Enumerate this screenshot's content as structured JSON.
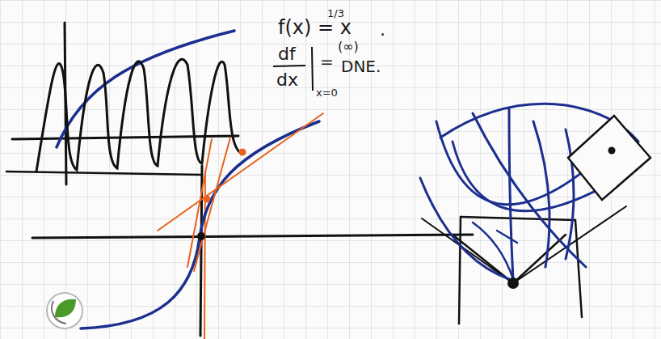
{
  "diagram": {
    "labels": [
      "f(x) = x",
      "1/3",
      ".",
      "df",
      "dx",
      "x=0",
      "=",
      "(∞)",
      "DNE."
    ]
  }
}
